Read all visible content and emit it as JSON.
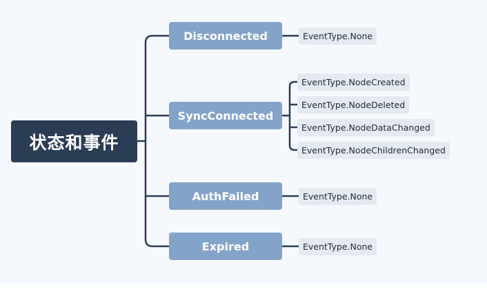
{
  "root": {
    "label": "状态和事件"
  },
  "states": [
    {
      "label": "Disconnected",
      "events": [
        "EventType.None"
      ]
    },
    {
      "label": "SyncConnected",
      "events": [
        "EventType.NodeCreated",
        "EventType.NodeDeleted",
        "EventType.NodeDataChanged",
        "EventType.NodeChildrenChanged"
      ]
    },
    {
      "label": "AuthFailed",
      "events": [
        "EventType.None"
      ]
    },
    {
      "label": "Expired",
      "events": [
        "EventType.None"
      ]
    }
  ],
  "colors": {
    "background": "#f5f9fd",
    "root_fill": "#2b3d54",
    "state_fill": "#84a3c9",
    "event_fill": "#e5eaf0",
    "connector": "#2a3c52"
  }
}
